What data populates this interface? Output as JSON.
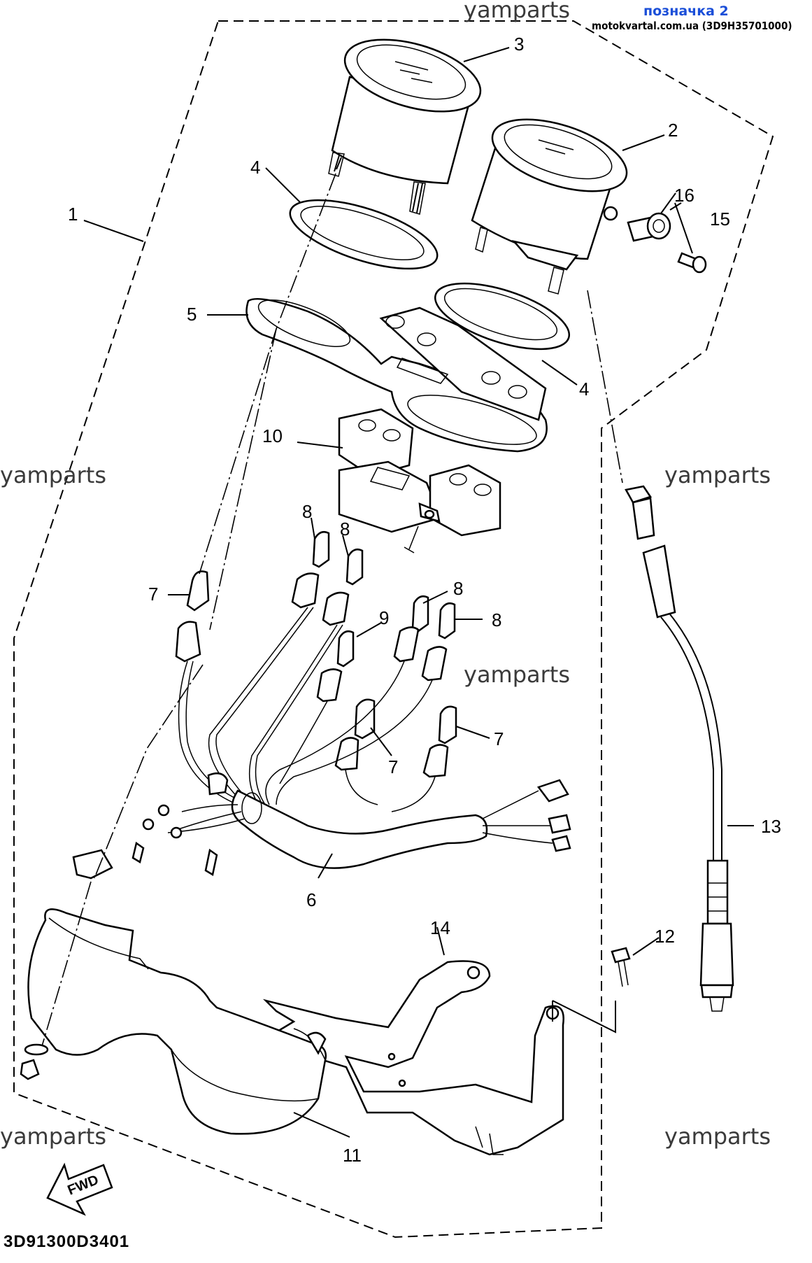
{
  "header": {
    "tag": "позначка 2",
    "site": "motokvartal.com.ua (3D9H35701000)"
  },
  "watermarks": [
    "yamparts",
    "yamparts",
    "yamparts",
    "yamparts",
    "yamparts",
    "yamparts"
  ],
  "diagram_code": "3D91300D3401",
  "fwd_label": "FWD",
  "callouts": {
    "p1": "1",
    "p2": "2",
    "p3": "3",
    "p4a": "4",
    "p4b": "4",
    "p5": "5",
    "p6": "6",
    "p7a": "7",
    "p7b": "7",
    "p7c": "7",
    "p8a": "8",
    "p8b": "8",
    "p8c": "8",
    "p8d": "8",
    "p9": "9",
    "p10": "10",
    "p11": "11",
    "p12": "12",
    "p13": "13",
    "p14": "14",
    "p15": "15",
    "p16": "16"
  }
}
